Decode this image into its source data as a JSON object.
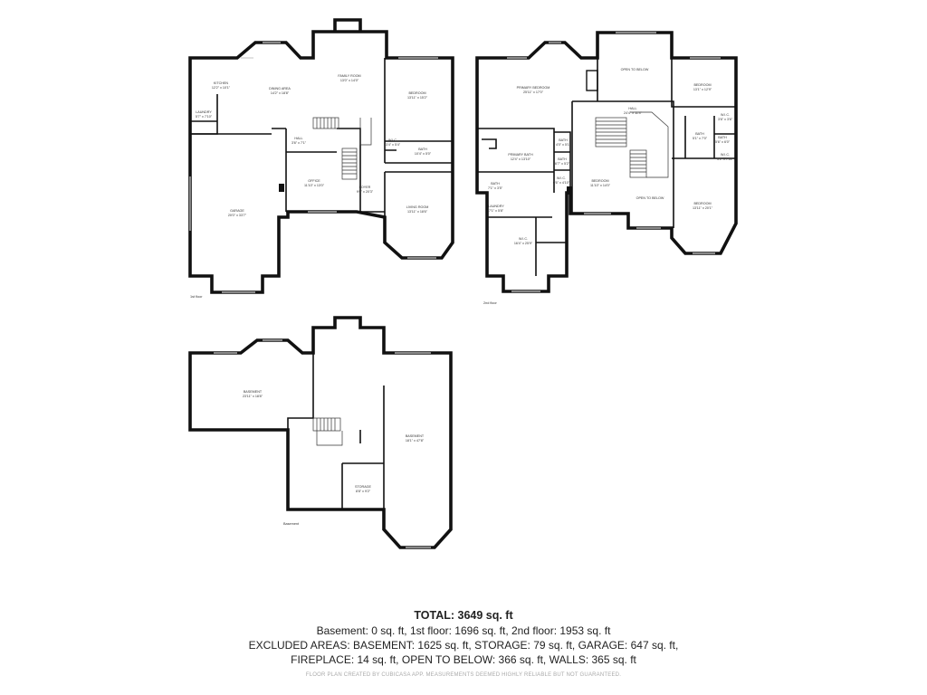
{
  "floors": {
    "first": {
      "label": "1st floor",
      "rooms": {
        "kitchen": {
          "name": "KITCHEN",
          "dims": "12'2\" x 10'1\""
        },
        "dining": {
          "name": "DINING AREA",
          "dims": "14'2\" x 18'8\""
        },
        "family": {
          "name": "FAMILY ROOM",
          "dims": "13'0\" x 14'0\""
        },
        "bedroom": {
          "name": "BEDROOM",
          "dims": "13'11\" x 15'2\""
        },
        "laundry": {
          "name": "LAUNDRY",
          "dims": "5'7\" x 7'10\""
        },
        "hall": {
          "name": "HALL",
          "dims": "3'6\" x 7'1\""
        },
        "wic": {
          "name": "W.I.C.",
          "dims": "3'4\" x 5'4\""
        },
        "bath": {
          "name": "BATH",
          "dims": "10'4\" x 5'0\""
        },
        "office": {
          "name": "OFFICE",
          "dims": "11'10\" x 13'0\""
        },
        "foyer": {
          "name": "FOYER",
          "dims": "9'0\" x 20'3\""
        },
        "garage": {
          "name": "GARAGE",
          "dims": "20'0\" x 33'7\""
        },
        "living": {
          "name": "LIVING ROOM",
          "dims": "13'11\" x 18'6\""
        }
      }
    },
    "second": {
      "label": "2nd floor",
      "rooms": {
        "primary": {
          "name": "PRIMARY BEDROOM",
          "dims": "25'11\" x 17'0\""
        },
        "openabove1": {
          "name": "OPEN TO BELOW",
          "dims": ""
        },
        "bedroom_ne": {
          "name": "BEDROOM",
          "dims": "13'1\" x 12'9\""
        },
        "hall": {
          "name": "HALL",
          "dims": "24'4\" x 11'4\""
        },
        "wic_ne": {
          "name": "W.I.C.",
          "dims": "3'6\" x 3'6\""
        },
        "bath_e": {
          "name": "BATH",
          "dims": "5'1\" x 7'0\""
        },
        "bath_e2": {
          "name": "BATH",
          "dims": "5'6\" x 6'0\""
        },
        "wic_e": {
          "name": "W.I.C.",
          "dims": "3'1\" x 7'11\""
        },
        "primary_bath": {
          "name": "PRIMARY BATH",
          "dims": "12'4\" x 13'10\""
        },
        "bath_a": {
          "name": "BATH",
          "dims": "4'0\" x 5'1\""
        },
        "bath_b": {
          "name": "BATH",
          "dims": "6'7\" x 5'2\""
        },
        "wic_c": {
          "name": "W.I.C.",
          "dims": "6'6\" x 4'10\""
        },
        "bath_w": {
          "name": "BATH",
          "dims": "7'1\" x 3'5\""
        },
        "bedroom_c": {
          "name": "BEDROOM",
          "dims": "11'10\" x 14'0\""
        },
        "openabove2": {
          "name": "OPEN TO BELOW",
          "dims": ""
        },
        "bedroom_se": {
          "name": "BEDROOM",
          "dims": "13'11\" x 20'1\""
        },
        "laundry": {
          "name": "LAUNDRY",
          "dims": "7'1\" x 5'8\""
        },
        "wic_big": {
          "name": "W.I.C.",
          "dims": "16'4\" x 25'9\""
        }
      }
    },
    "basement": {
      "label": "Basement",
      "rooms": {
        "west": {
          "name": "BASEMENT",
          "dims": "23'11\" x 18'8\""
        },
        "east": {
          "name": "BASEMENT",
          "dims": "18'1\" x 47'8\""
        },
        "storage": {
          "name": "STORAGE",
          "dims": "8'8\" x 9'2\""
        }
      }
    }
  },
  "summary": {
    "total": "TOTAL: 3649 sq. ft",
    "line1": "Basement: 0 sq. ft, 1st floor: 1696 sq. ft, 2nd floor: 1953 sq. ft",
    "line2": "EXCLUDED AREAS: BASEMENT: 1625 sq. ft, STORAGE: 79 sq. ft, GARAGE: 647 sq. ft,",
    "line3": "FIREPLACE: 14 sq. ft, OPEN TO BELOW: 366 sq. ft, WALLS: 365 sq. ft",
    "disclaimer": "FLOOR PLAN CREATED BY CUBICASA APP. MEASUREMENTS DEEMED HIGHLY RELIABLE BUT NOT GUARANTEED."
  }
}
